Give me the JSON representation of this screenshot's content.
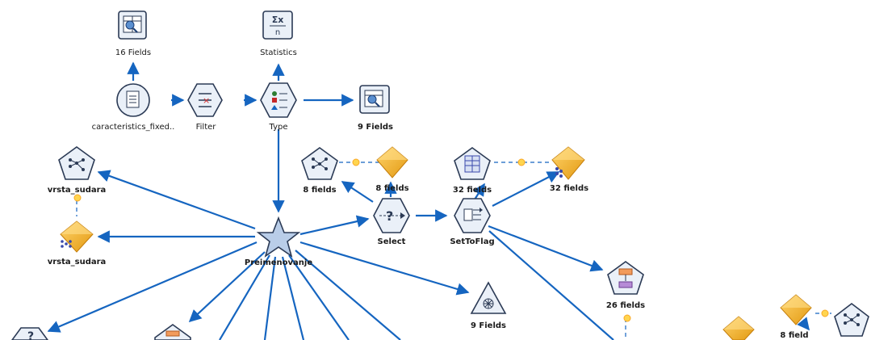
{
  "nodes": {
    "source_file": {
      "label": "caracteristics_fixed.."
    },
    "filter": {
      "label": "Filter"
    },
    "type": {
      "label": "Type"
    },
    "table_16": {
      "label": "16 Fields"
    },
    "statistics": {
      "label": "Statistics",
      "icon_text": "Σx",
      "icon_sub": "n"
    },
    "table_9": {
      "label": "9 Fields"
    },
    "vrsta_sudara_build": {
      "label": "vrsta_sudara"
    },
    "vrsta_sudara_nugget": {
      "label": "vrsta_sudara"
    },
    "preimenovanje": {
      "label": "Preimenovanje"
    },
    "build_8": {
      "label": "8 fields"
    },
    "nugget_8": {
      "label": "8 fields"
    },
    "select": {
      "label": "Select"
    },
    "build_32": {
      "label": "32 fields"
    },
    "nugget_32": {
      "label": "32 fields"
    },
    "settoflag": {
      "label": "SetToFlag"
    },
    "merge_26": {
      "label": "26 fields"
    },
    "web_9": {
      "label": "9 Fields"
    },
    "nugget_8b": {
      "label": "8 field"
    }
  },
  "colors": {
    "edge": "#1565c0",
    "node_fill": "#eaf0f8",
    "node_stroke": "#2b3a55",
    "nugget_gold": "#f2b632",
    "star_fill": "#b9cde8"
  }
}
